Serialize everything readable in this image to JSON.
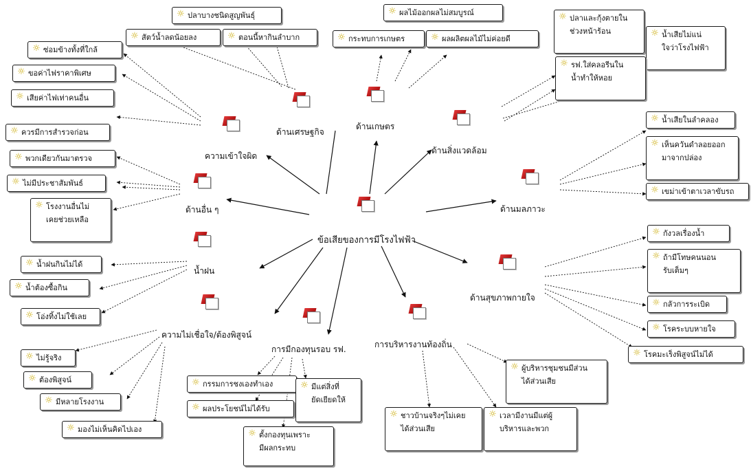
{
  "center": {
    "label": "ข้อเสียของการมีโรงไฟฟ้า"
  },
  "categories": {
    "economy": "ด้านเศรษฐกิจ",
    "agriculture": "ด้านเกษตร",
    "environment": "ด้านสิ่งแวดล้อม",
    "pollution": "ด้านมลภาวะ",
    "health": "ด้านสุขภาพกายใจ",
    "local_admin": "การบริหารงานท้องถิ่น",
    "fund": "การมีกองทุนรอบ รฟ.",
    "distrust": "ความไม่เชื่อใจ/ต้องพิสูจน์",
    "rain": "น้ำฝน",
    "other": "ด้านอื่น ๆ",
    "misunderstanding": "ความเข้าใจผิด"
  },
  "notes": {
    "extinct_fish": "ปลาบางชนิดสูญพันธุ์",
    "fewer_animals": "สัตว์น้ำลดน้อยลง",
    "hard_living": "ตอนนี้หากินลำบาก",
    "fruit_incomplete": "ผลไม้ออกผลไม่สมบูรณ์",
    "agri_impact": "กระทบการเกษตร",
    "poor_yield": "ผลผลิตผลไม้ไม่ค่อยดี",
    "fish_shrimp_die": "ปลาและกุ้งตายใน",
    "fish_shrimp_die_2": "ช่วงหน้าร้อน",
    "wastewater_unsure": "น้ำเสียไม่แน่",
    "wastewater_unsure_2": "ใจว่าโรงไฟฟ้า",
    "chlorine": "รฟ.ใส่คลอรีนใน",
    "chlorine_2": "น้ำทำให้หอย",
    "canal_wastewater": "น้ำเสียในลำคลอง",
    "black_smoke": "เห็นควันดำลอยออก",
    "black_smoke_2": "มาจากปล่อง",
    "soot_driving": "เขม่าเข้าตาเวลาขับรถ",
    "worry_water": "กังวลเรื่องน้ำ",
    "sleep_unwell": "ถ้ามีโทษคนนอน",
    "sleep_unwell_2": "รับเต็มๆ",
    "fear_explosion": "กลัวการระเบิด",
    "respiratory": "โรคระบบหายใจ",
    "cancer": "โรคมะเร็งพิสูจน์ไม่ได้",
    "community_leader": "ผู้บริหารชุมชนมีส่วน",
    "community_leader_2": "ได้ส่วนเสีย",
    "villagers_no_benefit": "ชาวบ้านจริงๆไม่เคย",
    "villagers_no_benefit_2": "ได้ส่วนเสีย",
    "events_for_admins": "เวลามีงานมีแต่ผู้",
    "events_for_admins_2": "บริหารและพวก",
    "committee_self": "กรรมการชงเองทำเอง",
    "no_benefit": "ผลประโยชน์ไม่ได้รับ",
    "things_given": "มีแต่สิ่งที่",
    "things_given_2": "ยัดเยียดให้",
    "fund_because": "ตั้งกองทุนเพราะ",
    "fund_because_2": "มีผลกระทบ",
    "unknown_truth": "ไม่รู้จริง",
    "must_prove": "ต้องพิสูจน์",
    "many_plants": "มีหลายโรงงาน",
    "no_trust": "มองไม่เห็นคิดไปเอง",
    "rain_not_drinkable": "น้ำฝนกินไม่ได้",
    "buy_water": "น้ำต้องซื้อกิน",
    "jars_unused": "โอ่งทิ้งไม่ใช้เลย",
    "should_check": "ควรมีการสำรวจก่อน",
    "inspect_together": "พวกเดียวกันมาตรวจ",
    "no_pr": "ไม่มีประชาสัมพันธ์",
    "other_plants": "โรงงานอื่นไม่",
    "other_plants_2": "เคยช่วยเหลือ",
    "repair_nearby": "ซ่อมข้างทั้งที่ใกล้",
    "special_electricity": "ขอค่าไฟราคาพิเศษ",
    "pay_same_bill": "เสียค่าไฟเท่าคนอื่น"
  }
}
